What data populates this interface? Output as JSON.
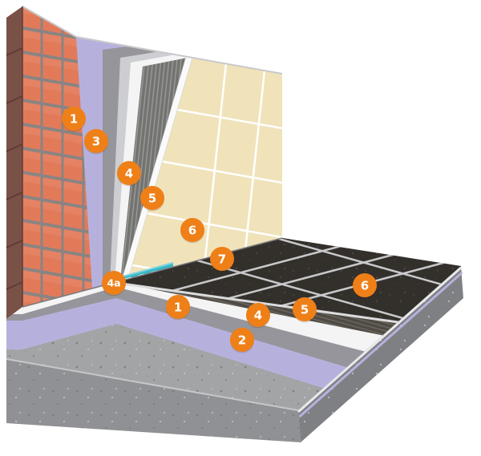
{
  "diagram": {
    "title": "wall-and-floor-tile-installation-layer-cutaway",
    "colors": {
      "badge_orange": "#EF7F17",
      "brick": "#E27A5A",
      "mortar": "#8A8482",
      "membrane_purple": "#B6B1DC",
      "layer_gray": "#95959B",
      "layer_light_gray": "#CDCED2",
      "layer_white": "#F4F4F5",
      "adhesive_dark_wall": "#73736F",
      "adhesive_dark_floor": "#4E4A44",
      "wall_tile_beige": "#F0E3BA",
      "floor_tile_dark": "#33302C",
      "grout_light": "#E6E6E6",
      "concrete_gray": "#A3A4A6",
      "sealing_tape_teal": "#35B8C6",
      "background": "#FFFFFF"
    },
    "wall_badges": [
      {
        "label": "1"
      },
      {
        "label": "3"
      },
      {
        "label": "4"
      },
      {
        "label": "5"
      },
      {
        "label": "6"
      },
      {
        "label": "7"
      }
    ],
    "floor_badges": [
      {
        "label": "4a"
      },
      {
        "label": "1"
      },
      {
        "label": "2"
      },
      {
        "label": "4"
      },
      {
        "label": "5"
      },
      {
        "label": "6"
      }
    ]
  }
}
